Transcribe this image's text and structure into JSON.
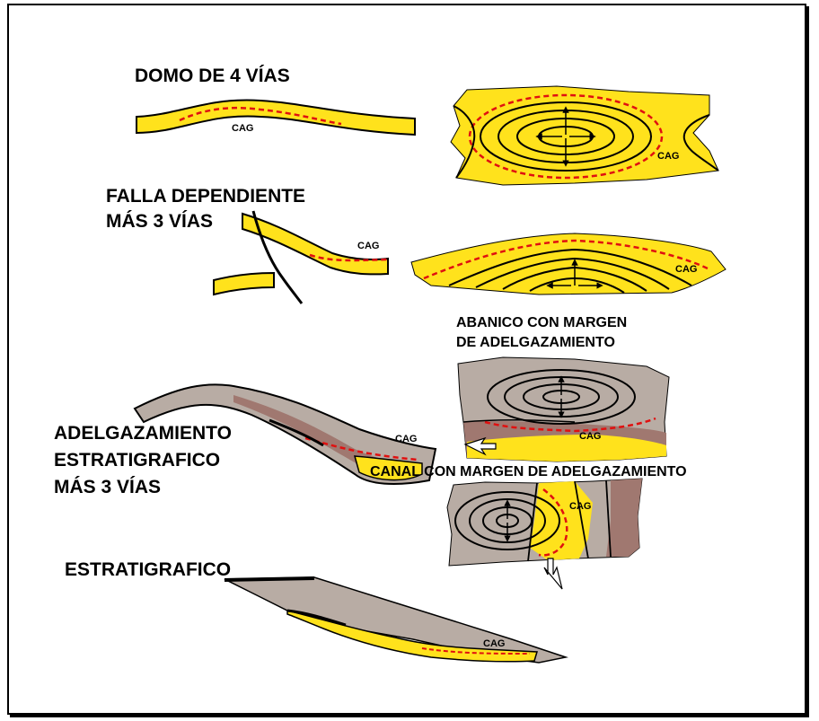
{
  "colors": {
    "reservoir": "#ffe21c",
    "contact": "#e01010",
    "shale": "#b8aca4",
    "mud": "#a07870"
  },
  "titles": {
    "domo": "DOMO DE 4 VÍAS",
    "falla_1": "FALLA DEPENDIENTE",
    "falla_2": "MÁS 3 VÍAS",
    "abanico_1": "ABANICO CON MARGEN",
    "abanico_2": "DE ADELGAZAMIENTO",
    "adelg_1": "ADELGAZAMIENTO",
    "adelg_2": "ESTRATIGRAFICO",
    "adelg_3": "MÁS 3 VÍAS",
    "canal": "CANAL CON MARGEN DE ADELGAZAMIENTO",
    "estratigrafico": "ESTRATIGRAFICO"
  },
  "cag": "CAG"
}
